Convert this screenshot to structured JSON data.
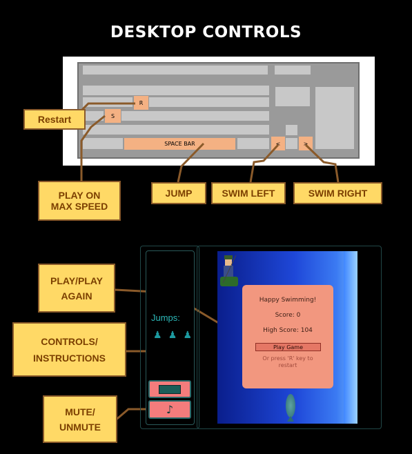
{
  "heading": "DESKTOP CONTROLS",
  "keyboard": {
    "restart_key": "R",
    "speed_key": "S",
    "space_key": "SPACE BAR",
    "left_key": "<",
    "right_key": ">"
  },
  "labels": {
    "restart": "Restart",
    "max_speed_line1": "PLAY ON",
    "max_speed_line2": "MAX SPEED",
    "jump": "JUMP",
    "swim_left": "SWIM LEFT",
    "swim_right": "SWIM RIGHT",
    "play_line1": "PLAY/PLAY",
    "play_line2": "AGAIN",
    "controls_line1": "CONTROLS/",
    "controls_line2": "INSTRUCTIONS",
    "mute_line1": "MUTE/",
    "mute_line2": "UNMUTE"
  },
  "game": {
    "jumps_label": "Jumps:",
    "jumps_remaining": 3,
    "panel_title": "Happy Swimming!",
    "score": "Score: 0",
    "high_score": "High Score: 104",
    "play_button": "Play Game",
    "restart_hint_line1": "Or press 'R' key to",
    "restart_hint_line2": "restart"
  },
  "colors": {
    "label_bg": "#ffd966",
    "label_border": "#8a5a2a",
    "key_highlight": "#f4b183",
    "panel": "#f2977f",
    "teal": "#2cb8b8"
  },
  "icons": [
    "keyboard-icon",
    "music-note-icon",
    "person-icon",
    "fish-icon",
    "fisherman-icon"
  ]
}
